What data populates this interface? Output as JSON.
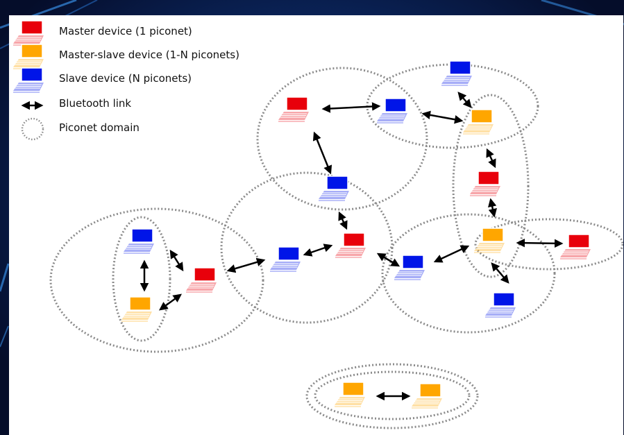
{
  "legend": {
    "master": "Master device (1 piconet)",
    "master_slave": "Master-slave device (1-N piconets)",
    "slave": "Slave device (N piconets)",
    "link": "Bluetooth link",
    "domain": "Piconet domain"
  },
  "colors": {
    "master": "#e8000b",
    "master_slave": "#ffa600",
    "slave": "#0015e8",
    "background": "#0b2760"
  },
  "icons": [
    "laptop-icon",
    "double-arrow-icon",
    "dotted-circle-icon"
  ]
}
